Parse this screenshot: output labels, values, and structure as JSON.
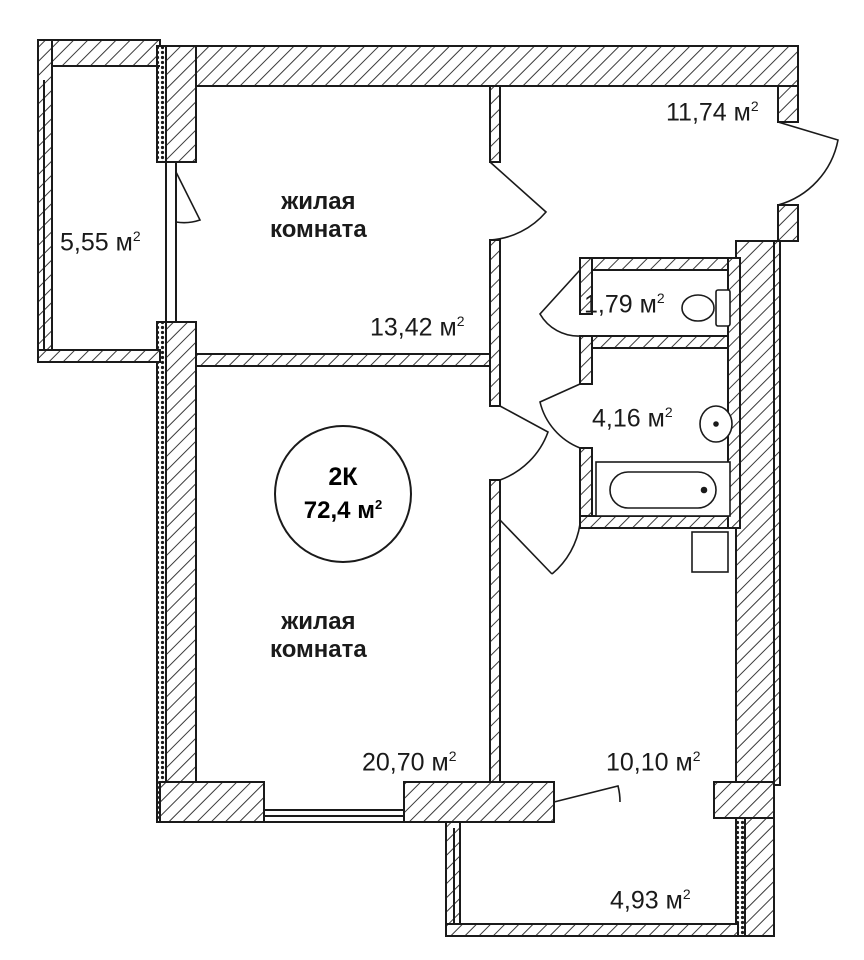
{
  "apartment": {
    "type": "2К",
    "total_area": "72,4",
    "area_unit": "м"
  },
  "rooms": [
    {
      "id": "living-room-1",
      "name_line1": "жилая",
      "name_line2": "комната",
      "area": "13,42",
      "unit": "м"
    },
    {
      "id": "living-room-2",
      "name_line1": "жилая",
      "name_line2": "комната",
      "area": "20,70",
      "unit": "м"
    },
    {
      "id": "hallway",
      "area": "11,74",
      "unit": "м"
    },
    {
      "id": "corridor",
      "area": "10,10",
      "unit": "м"
    },
    {
      "id": "toilet",
      "area": "1,79",
      "unit": "м"
    },
    {
      "id": "bathroom",
      "area": "4,16",
      "unit": "м"
    },
    {
      "id": "balcony-left",
      "area": "5,55",
      "unit": "м"
    },
    {
      "id": "balcony-bottom",
      "area": "4,93",
      "unit": "м"
    }
  ],
  "colors": {
    "line": "#1a1a1a",
    "hatch": "#3a3a3a",
    "wall_fill": "#ffffff",
    "background": "#ffffff"
  }
}
